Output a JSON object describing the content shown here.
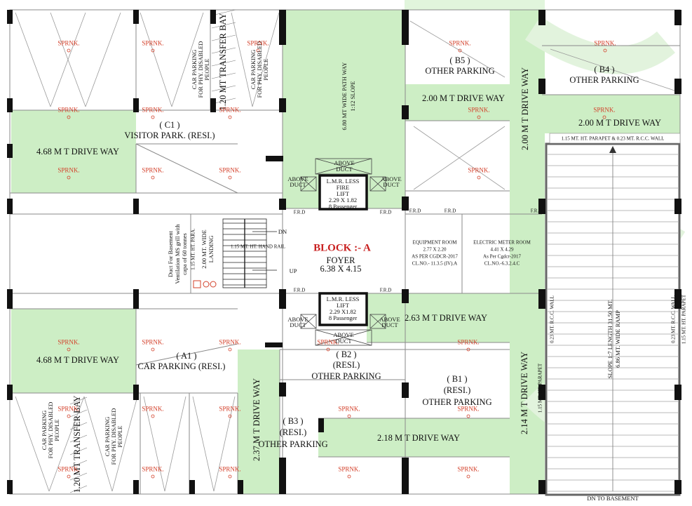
{
  "title": "BLOCK :- A",
  "foyer": {
    "label": "FOYER",
    "size": "6.38 X 4.15"
  },
  "zones": {
    "c1": {
      "tag": "( C1 )",
      "name": "VISITOR PARK. (RESI.)"
    },
    "a1": {
      "tag": "( A1 )",
      "name": "CAR PARKING (RESI.)"
    },
    "b2": {
      "tag": "( B2 )",
      "sub": "(RESI.)",
      "name": "OTHER PARKING"
    },
    "b1": {
      "tag": "( B1 )",
      "sub": "(RESI.)",
      "name": "OTHER PARKING"
    },
    "b3": {
      "tag": "( B3 )",
      "sub": "(RESI.)",
      "name": "OTHER PARKING"
    },
    "b5": {
      "tag": "( B5 )",
      "name": "OTHER PARKING"
    },
    "b4": {
      "tag": "( B4 )",
      "name": "OTHER PARKING"
    }
  },
  "driveways": {
    "d468_top": "4.68 M T DRIVE WAY",
    "d468_bottom": "4.68 M T DRIVE WAY",
    "d200_b5": "2.00 M T DRIVE WAY",
    "d200_b4": "2.00 M T DRIVE WAY",
    "d200_vert": "2.00 M T DRIVE WAY",
    "d263": "2.63 M T DRIVE WAY",
    "d218": "2.18 M T DRIVE WAY",
    "d214": "2.14 M T DRIVE WAY",
    "d237": "2.37 M T DRIVE WAY"
  },
  "pathway": {
    "line1": "6.80 MT WIDE PATH WAY",
    "line2": "1:12 SLOPE"
  },
  "transfer_bay": "1.20 MT TRANSFER BAY",
  "disabled_parking": {
    "line1": "CAR PARKING",
    "line2": "FOR PHY. DISABLED",
    "line3": "PEOPLE"
  },
  "sprinkler": "SPRNK.",
  "lift_top": {
    "line1": "L.M.R. LESS",
    "line2": "FIRE",
    "line3": "LIFT",
    "line4": "2.29 X 1.82",
    "line5": "8 Passenger"
  },
  "lift_bottom": {
    "line1": "L.M.R. LESS",
    "line2": "LIFT",
    "line3": "2.29 X1.82",
    "line4": "8 Passenger"
  },
  "above_duct": {
    "line1": "ABOVE",
    "line2": "DUCT"
  },
  "frd": "F.R.D",
  "stairs": {
    "rail": "1.15 MT. HT. HAND RAIL",
    "dn": "DN",
    "up": "UP",
    "landing1": "2.00 MT. WIDE",
    "landing2": "LANDING",
    "para": "1.15 MT. HT. PARA."
  },
  "vent_duct": {
    "line1": "Duct For Basement",
    "line2": "Ventilation MS grill with",
    "line3": "capa of 60 tonnes"
  },
  "equipment_room": {
    "line1": "EQUIPMENT ROOM",
    "line2": "2.77 X 2.20",
    "line3": "AS PER CGDCR-2017",
    "line4": "CL.NO.- 11.3.5 (IV).A"
  },
  "meter_room": {
    "line1": "ELECTRIC METER ROOM",
    "line2": "4.41 X 4.29",
    "line3": "As Per Cgdcr-2017",
    "line4": "CL.NO.-6.3.2.4.C"
  },
  "ramp": {
    "parapet_top": "1.15 MT. HT. PARAPET & 0.23 MT.  R.C.C. WALL",
    "slope1": "SLOPE 1:7 LENGTH  31.50 MT.",
    "slope2": "6.86 MT. WIDE RAMP",
    "wall_left": "0.23 MT.  R.C.C. WALL",
    "parapet_left": "1.15 MT. HT. PARAPET",
    "wall_right": "0.23 MT.  R.C.C. WALL",
    "parapet_right": "1.15 MT. HT. PARAPET",
    "dn": "DN TO BASEMENT"
  },
  "colors": {
    "green": "#cdeec5",
    "line": "#8a8a8a",
    "column": "#111111",
    "title": "#c81e1e",
    "sprinkler": "#d3402a"
  }
}
